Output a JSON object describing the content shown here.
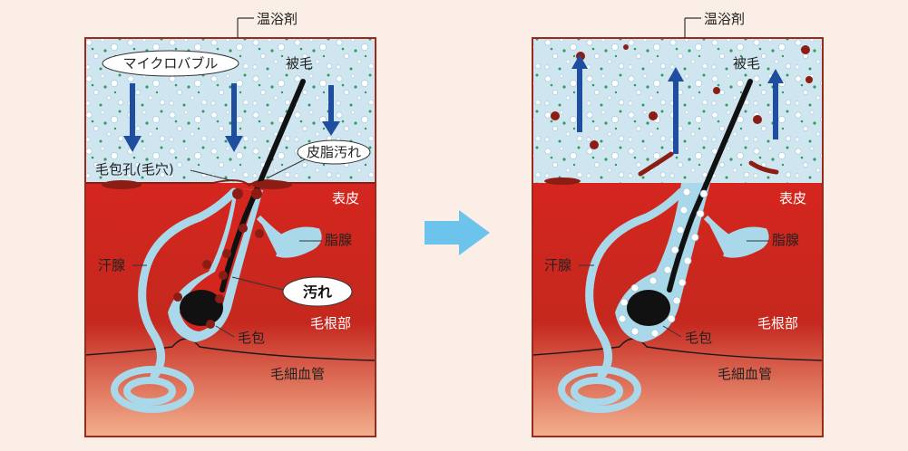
{
  "labels": {
    "bath_agent": "温浴剤",
    "microbubble": "マイクロバブル",
    "body_hair": "被毛",
    "sebum_dirt": "皮脂汚れ",
    "follicle_pore": "毛包孔(毛穴)",
    "epidermis": "表皮",
    "sebaceous_gland": "脂腺",
    "sweat_gland": "汗腺",
    "dirt": "汚れ",
    "hair_root": "毛根部",
    "hair_follicle": "毛包",
    "capillary": "毛細血管"
  },
  "colors": {
    "water": "#cfe6f0",
    "skin_top": "#d4261e",
    "skin_bottom": "#f3b08e",
    "dirt": "#8c1d14",
    "gland": "#a9d8ea",
    "arrow_down": "#1f4e9e",
    "transition_arrow": "#6cc3ec",
    "frame": "#9b2a1c"
  }
}
